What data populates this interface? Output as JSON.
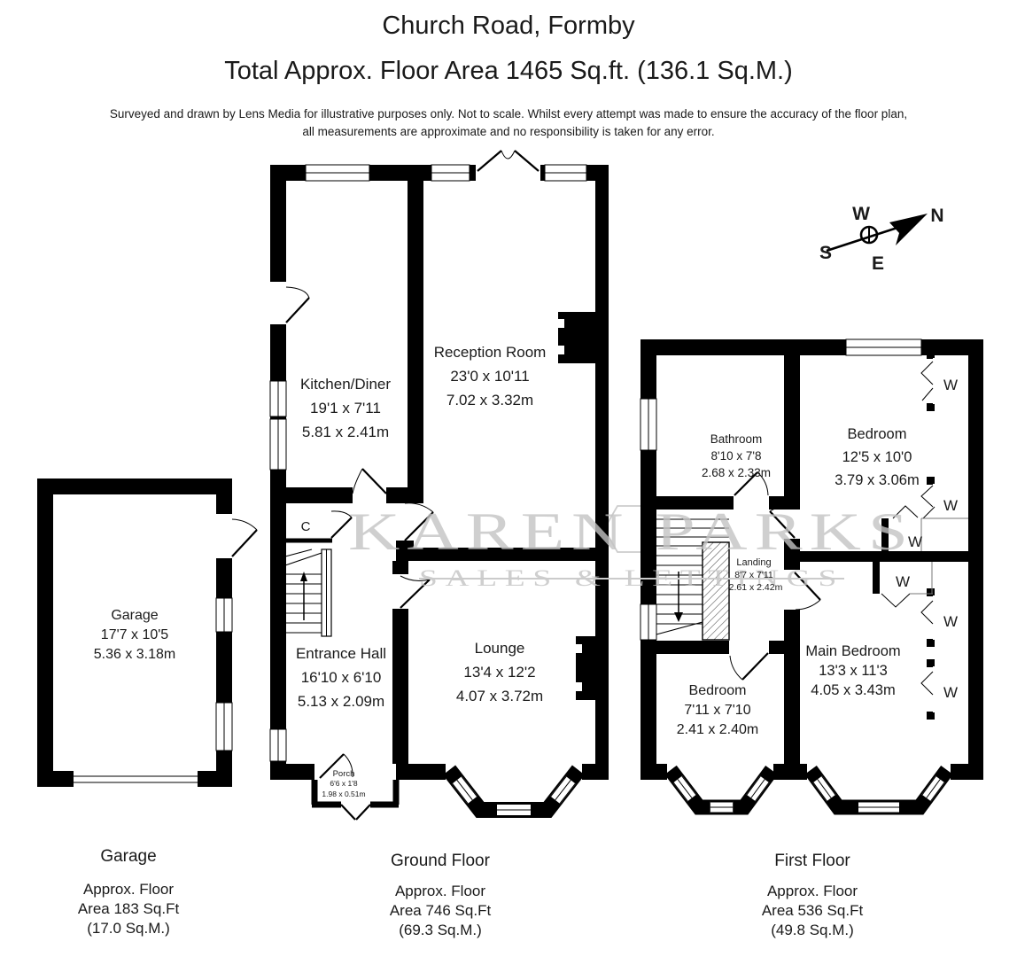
{
  "header": {
    "title": "Church Road, Formby",
    "subtitle": "Total Approx. Floor Area 1465 Sq.ft. (136.1 Sq.M.)",
    "disclaimer1": "Surveyed and drawn by Lens Media for illustrative purposes only. Not to scale. Whilst every attempt was made to ensure the accuracy of the floor plan,",
    "disclaimer2": "all measurements are approximate and no responsibility is taken for any error."
  },
  "watermark": {
    "brand": "KAREN PARKS",
    "tagline": "SALES & LETTINGS",
    "hexagon_color": "#f9f3ac"
  },
  "compass": {
    "n": "N",
    "w": "W",
    "s": "S",
    "e": "E"
  },
  "rooms": {
    "garage": {
      "name": "Garage",
      "imperial": "17'7 x 10'5",
      "metric": "5.36 x 3.18m"
    },
    "kitchen": {
      "name": "Kitchen/Diner",
      "imperial": "19'1 x 7'11",
      "metric": "5.81 x 2.41m"
    },
    "reception": {
      "name": "Reception Room",
      "imperial": "23'0 x 10'11",
      "metric": "7.02 x 3.32m"
    },
    "hall": {
      "name": "Entrance Hall",
      "imperial": "16'10 x 6'10",
      "metric": "5.13 x 2.09m"
    },
    "lounge": {
      "name": "Lounge",
      "imperial": "13'4 x 12'2",
      "metric": "4.07 x 3.72m"
    },
    "porch": {
      "name": "Porch",
      "imperial": "6'6 x 1'8",
      "metric": "1.98 x 0.51m"
    },
    "cupboard": {
      "label": "C"
    },
    "bathroom": {
      "name": "Bathroom",
      "imperial": "8'10 x 7'8",
      "metric": "2.68 x 2.33m"
    },
    "bedroom_front": {
      "name": "Bedroom",
      "imperial": "12'5 x 10'0",
      "metric": "3.79 x 3.06m"
    },
    "landing": {
      "name": "Landing",
      "imperial": "8'7 x 7'11",
      "metric": "2.61 x 2.42m"
    },
    "bedroom_rear": {
      "name": "Bedroom",
      "imperial": "7'11 x 7'10",
      "metric": "2.41 x 2.40m"
    },
    "main_bedroom": {
      "name": "Main Bedroom",
      "imperial": "13'3 x 11'3",
      "metric": "4.05 x 3.43m"
    },
    "wardrobe": {
      "label": "W"
    }
  },
  "footers": {
    "garage": {
      "title": "Garage",
      "l1": "Approx. Floor",
      "l2": "Area 183 Sq.Ft",
      "l3": "(17.0 Sq.M.)"
    },
    "ground": {
      "title": "Ground Floor",
      "l1": "Approx. Floor",
      "l2": "Area 746 Sq.Ft",
      "l3": "(69.3 Sq.M.)"
    },
    "first": {
      "title": "First Floor",
      "l1": "Approx. Floor",
      "l2": "Area 536 Sq.Ft",
      "l3": "(49.8 Sq.M.)"
    }
  }
}
